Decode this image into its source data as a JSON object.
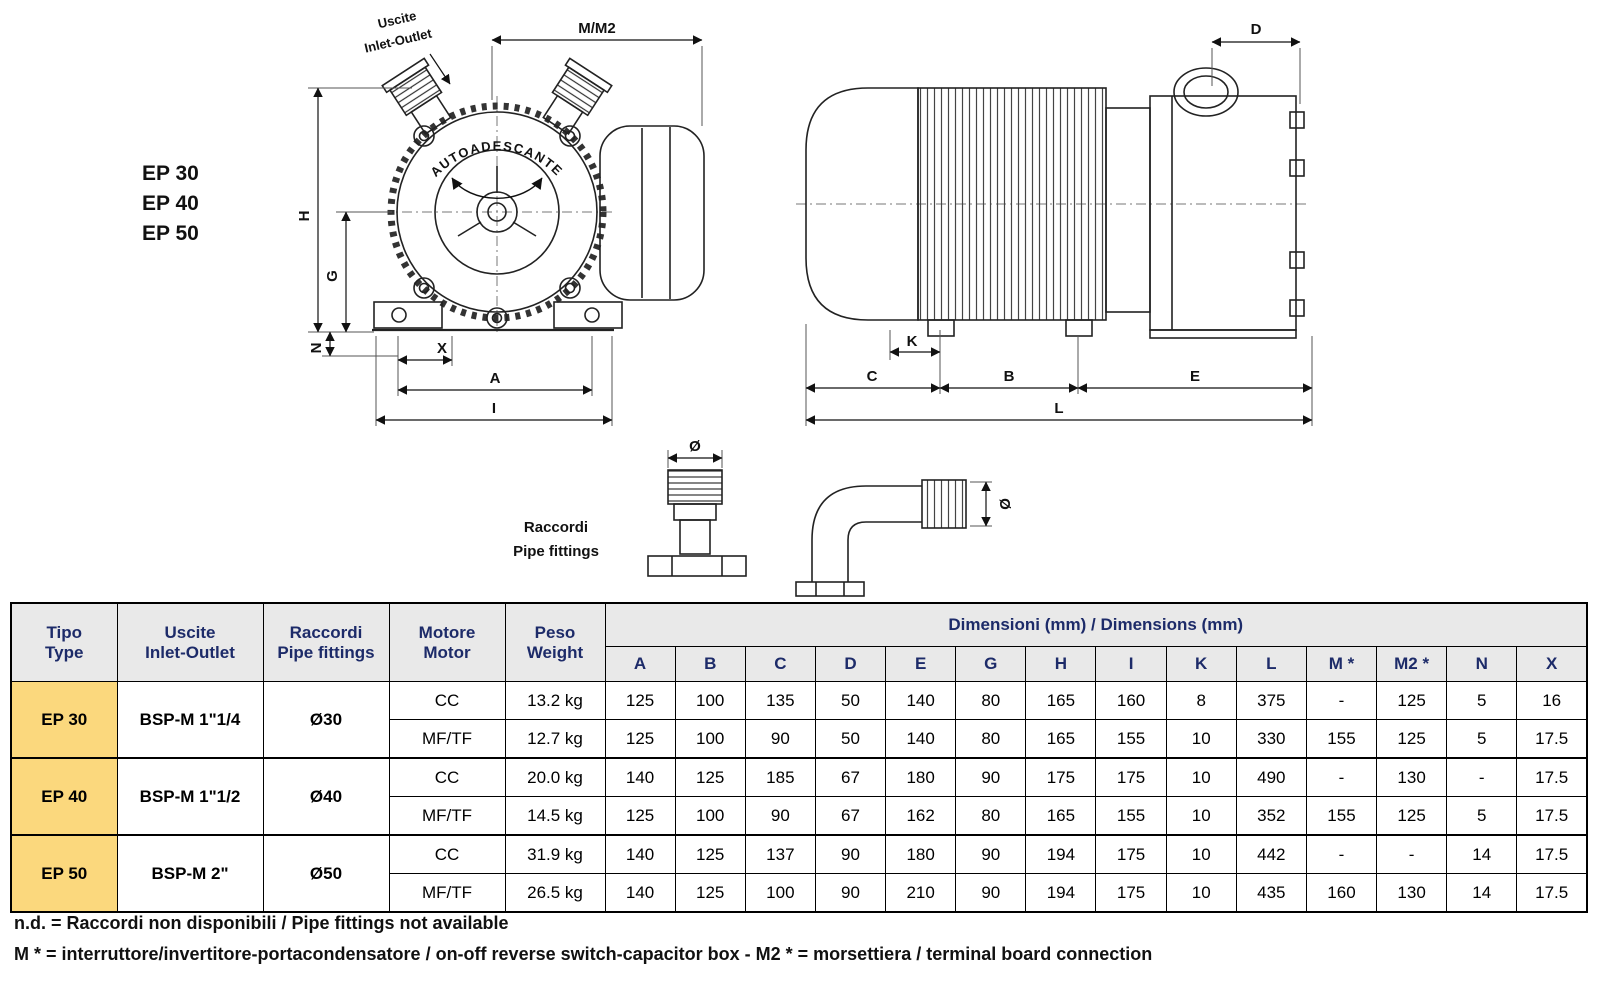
{
  "page": {
    "model_labels": [
      "EP 30",
      "EP 40",
      "EP 50"
    ],
    "notes": [
      "n.d. = Raccordi non disponibili / Pipe fittings not available",
      "M * = interruttore/invertitore-portacondensatore / on-off reverse switch-capacitor box - M2 * = morsettiera / terminal board connection"
    ]
  },
  "drawing": {
    "front": {
      "uscite": [
        "Uscite",
        "Inlet-Outlet"
      ],
      "body_text": "AUTOADESCANTE",
      "dim_m": "M/M2",
      "dim_h": "H",
      "dim_g": "G",
      "dim_n": "N",
      "dim_x": "X",
      "dim_a": "A",
      "dim_i": "I"
    },
    "side": {
      "dim_d": "D",
      "dim_k": "K",
      "dim_c": "C",
      "dim_b": "B",
      "dim_e": "E",
      "dim_l": "L"
    },
    "fittings": {
      "label": [
        "Raccordi",
        "Pipe fittings"
      ],
      "dim_diameter": "Ø"
    }
  },
  "table": {
    "headers": {
      "tipo": [
        "Tipo",
        "Type"
      ],
      "uscite": [
        "Uscite",
        "Inlet-Outlet"
      ],
      "raccordi": [
        "Raccordi",
        "Pipe fittings"
      ],
      "motore": [
        "Motore",
        "Motor"
      ],
      "peso": [
        "Peso",
        "Weight"
      ],
      "dimensioni": "Dimensioni (mm) / Dimensions (mm)",
      "dims": [
        "A",
        "B",
        "C",
        "D",
        "E",
        "G",
        "H",
        "I",
        "K",
        "L",
        "M *",
        "M2 *",
        "N",
        "X"
      ]
    },
    "rows": [
      {
        "tipo": "EP 30",
        "uscite": "BSP-M 1\"1/4",
        "raccordi": "Ø30",
        "motore": "CC",
        "peso": "13.2 kg",
        "dims": [
          "125",
          "100",
          "135",
          "50",
          "140",
          "80",
          "165",
          "160",
          "8",
          "375",
          "-",
          "125",
          "5",
          "16"
        ]
      },
      {
        "motore": "MF/TF",
        "peso": "12.7 kg",
        "dims": [
          "125",
          "100",
          "90",
          "50",
          "140",
          "80",
          "165",
          "155",
          "10",
          "330",
          "155",
          "125",
          "5",
          "17.5"
        ]
      },
      {
        "tipo": "EP 40",
        "uscite": "BSP-M 1\"1/2",
        "raccordi": "Ø40",
        "motore": "CC",
        "peso": "20.0 kg",
        "dims": [
          "140",
          "125",
          "185",
          "67",
          "180",
          "90",
          "175",
          "175",
          "10",
          "490",
          "-",
          "130",
          "-",
          "17.5"
        ]
      },
      {
        "motore": "MF/TF",
        "peso": "14.5 kg",
        "dims": [
          "125",
          "100",
          "90",
          "67",
          "162",
          "80",
          "165",
          "155",
          "10",
          "352",
          "155",
          "125",
          "5",
          "17.5"
        ]
      },
      {
        "tipo": "EP 50",
        "uscite": "BSP-M 2\"",
        "raccordi": "Ø50",
        "motore": "CC",
        "peso": "31.9 kg",
        "dims": [
          "140",
          "125",
          "137",
          "90",
          "180",
          "90",
          "194",
          "175",
          "10",
          "442",
          "-",
          "-",
          "14",
          "17.5"
        ]
      },
      {
        "motore": "MF/TF",
        "peso": "26.5 kg",
        "dims": [
          "140",
          "125",
          "100",
          "90",
          "210",
          "90",
          "194",
          "175",
          "10",
          "435",
          "160",
          "130",
          "14",
          "17.5"
        ]
      }
    ]
  }
}
